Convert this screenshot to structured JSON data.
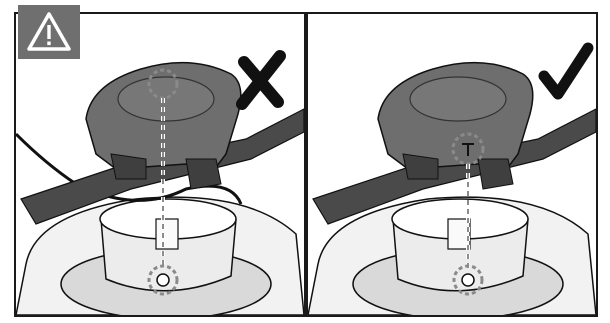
{
  "warning": {
    "icon": "warning-triangle-icon",
    "symbol": "!"
  },
  "panels": [
    {
      "id": "incorrect",
      "mark_icon": "cross-icon",
      "status": "incorrect"
    },
    {
      "id": "correct",
      "mark_icon": "check-icon",
      "status": "correct"
    }
  ],
  "colors": {
    "part": "#6e6e6e",
    "part_dark": "#3f3f3f",
    "blade": "#4a4a4a",
    "line": "#111111",
    "highlight": "#8a8a8a"
  }
}
